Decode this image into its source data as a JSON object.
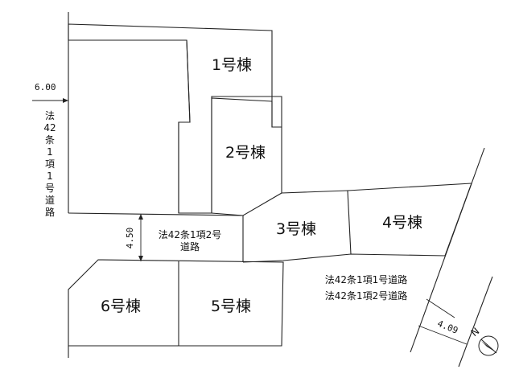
{
  "lots": [
    {
      "id": "1",
      "label": "1号棟"
    },
    {
      "id": "2",
      "label": "2号棟"
    },
    {
      "id": "3",
      "label": "3号棟"
    },
    {
      "id": "4",
      "label": "4号棟"
    },
    {
      "id": "5",
      "label": "5号棟"
    },
    {
      "id": "6",
      "label": "6号棟"
    }
  ],
  "left_road": {
    "width": "6.00",
    "label_chars": [
      "法",
      "42",
      "条",
      "1",
      "項",
      "1",
      "号",
      "道",
      "路"
    ]
  },
  "inner_road": {
    "width": "4.50",
    "label_line1": "法42条1項2号",
    "label_line2": "道路"
  },
  "right_road": {
    "width": "4.09",
    "label_line1": "法42条1項1号道路",
    "label_line2": "法42条1項2号道路"
  },
  "compass": {
    "letter": "N",
    "icon": "north-arrow-icon"
  }
}
